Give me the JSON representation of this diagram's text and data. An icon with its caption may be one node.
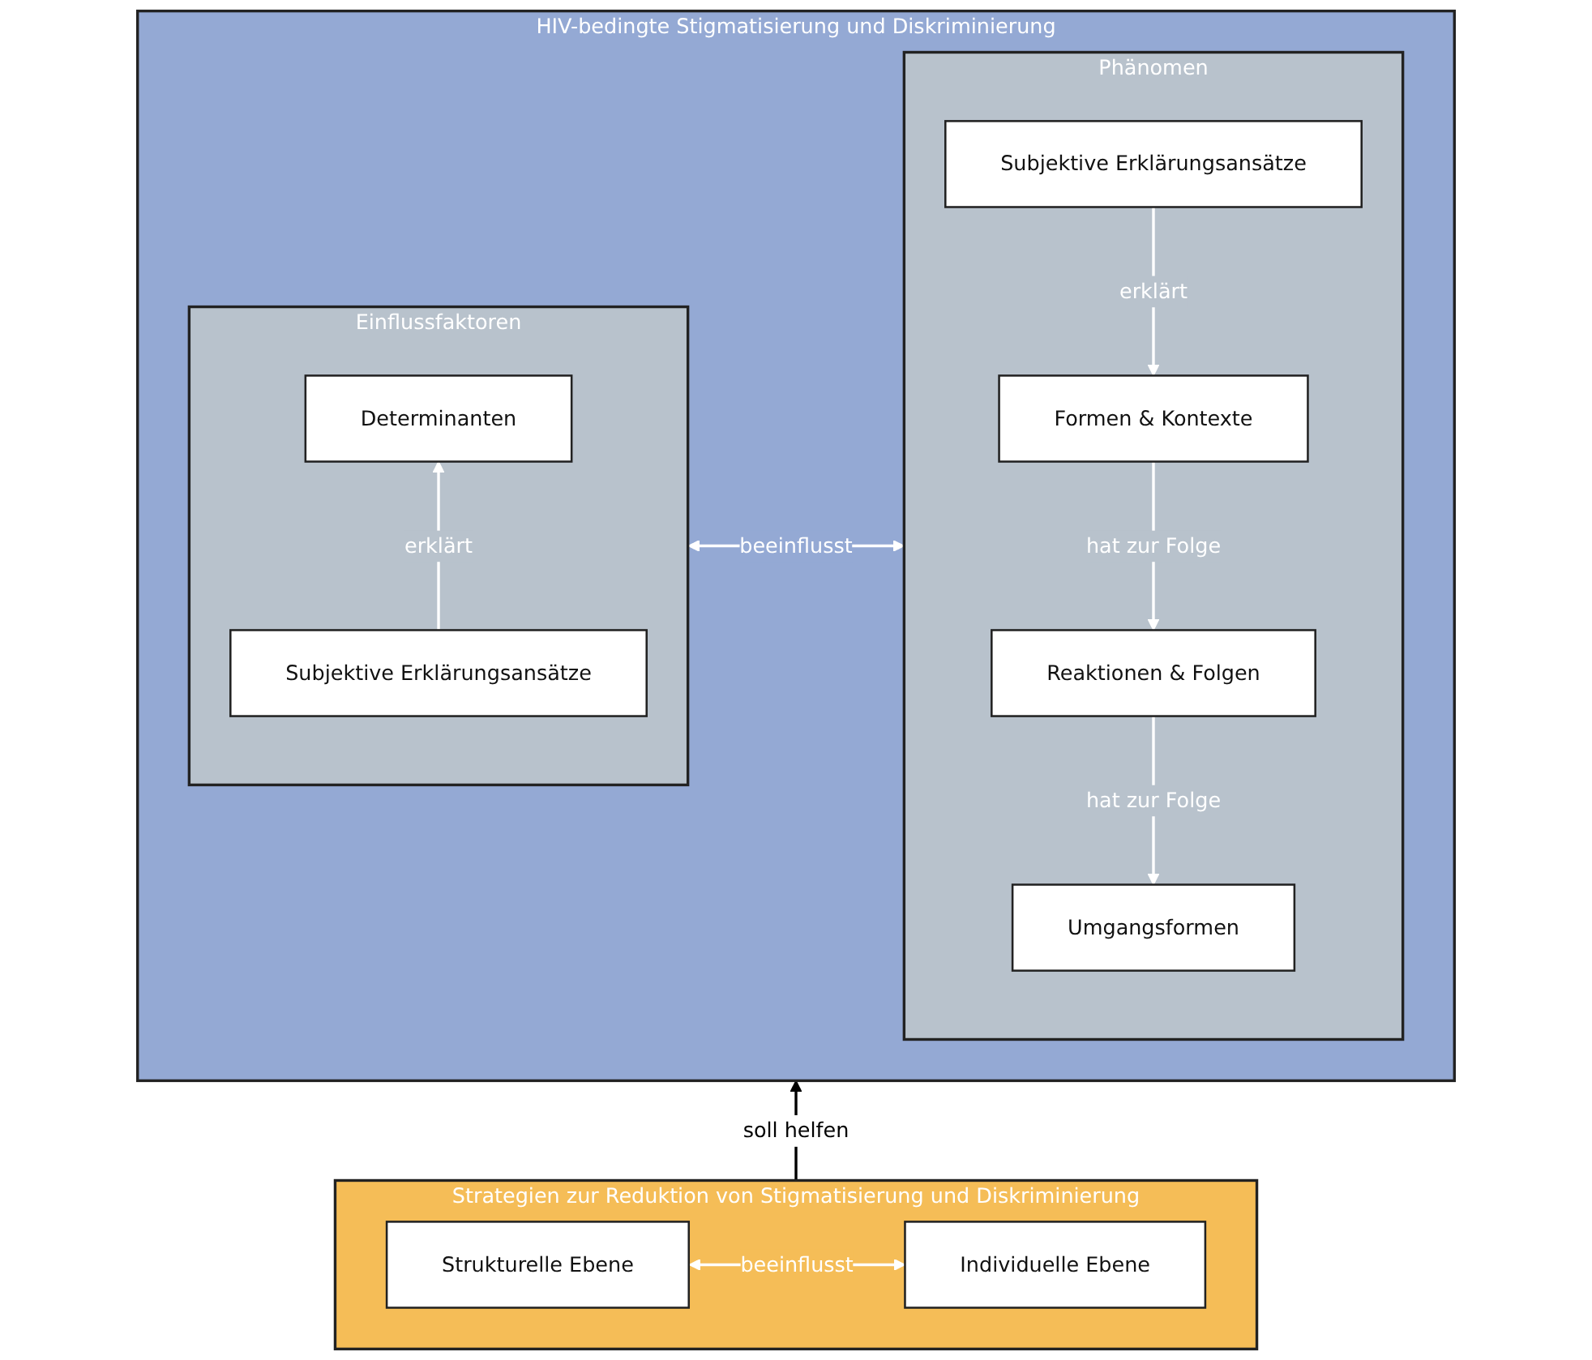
{
  "diagram": {
    "nodes": [
      {
        "text": [
          "HIV-bedingte Stigmatisierung und Diskriminierung"
        ]
      },
      {
        "text": [
          "Einflussfaktoren"
        ],
        "in": 0
      },
      {
        "text": [
          "Determinanten"
        ],
        "in": 1
      },
      {
        "text": [
          "Subjektive Erklärungsansätze"
        ],
        "in": 1
      },
      {
        "text": [
          "Phänomen"
        ],
        "in": 0
      },
      {
        "text": [
          "Subjektive Erklärungsansätze"
        ],
        "in": 4
      },
      {
        "text": [
          "Formen & Kontexte"
        ],
        "in": 4
      },
      {
        "text": [
          "Reaktionen & Folgen"
        ],
        "in": 4
      },
      {
        "text": [
          "Umgangsformen"
        ],
        "in": 4
      },
      {
        "text": [
          "Strategien zur Reduktion von Stigmatisierung und Diskriminierung"
        ]
      },
      {
        "text": [
          "Strukturelle Ebene"
        ],
        "in": 9
      },
      {
        "text": [
          "Individuelle Ebene"
        ],
        "in": 9
      }
    ],
    "edges": [
      {
        "from": 3,
        "to": 2,
        "arrow": "to",
        "label": "erklärt"
      },
      {
        "from": 1,
        "to": 4,
        "arrow": "both",
        "label": "beeinflusst"
      },
      {
        "from": 5,
        "to": 6,
        "arrow": "to",
        "label": "erklärt"
      },
      {
        "from": 6,
        "to": 7,
        "arrow": "to",
        "label": "hat zur Folge"
      },
      {
        "from": 7,
        "to": 8,
        "arrow": "to",
        "label": "hat zur Folge"
      },
      {
        "from": 9,
        "to": 0,
        "arrow": "to",
        "label": "soll helfen",
        "color": "#000000"
      },
      {
        "from": 10,
        "to": 11,
        "arrow": "both",
        "label": "beeinflusst"
      }
    ]
  }
}
